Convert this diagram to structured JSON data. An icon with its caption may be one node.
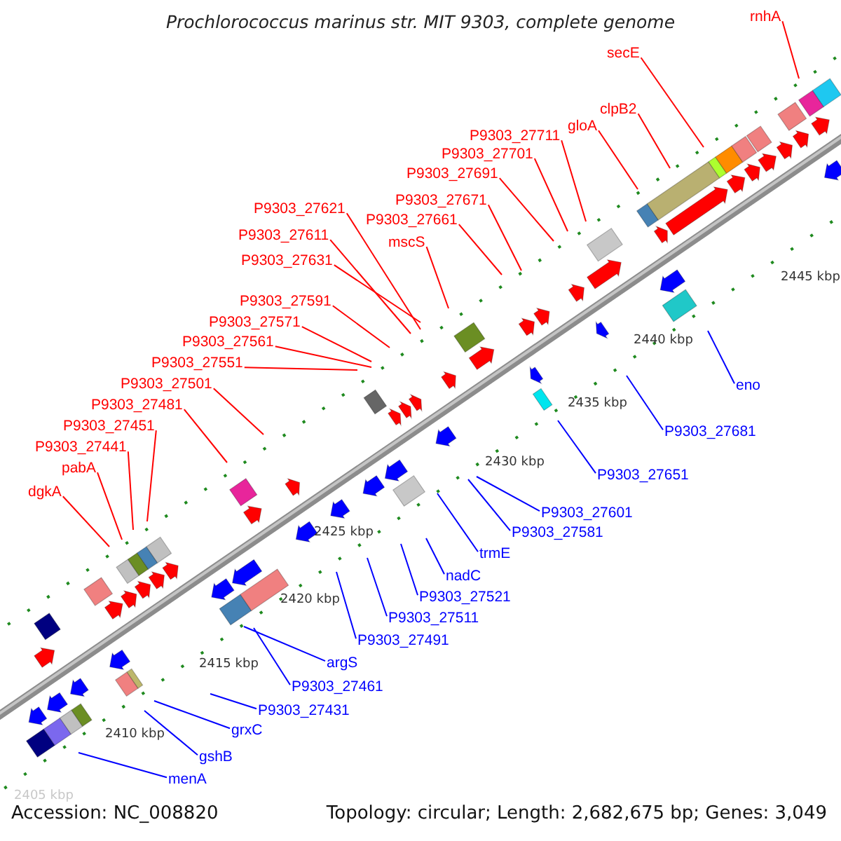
{
  "diagram": {
    "title": "Prochlorococcus marinus str. MIT 9303, complete genome",
    "nodes": [
      {
        "text": [
          "rnhA"
        ]
      },
      {
        "text": [
          "secE"
        ]
      },
      {
        "text": [
          "clpB2"
        ]
      },
      {
        "text": [
          "gloA"
        ]
      },
      {
        "text": [
          "P9303_27711"
        ]
      },
      {
        "text": [
          "P9303_27701"
        ]
      },
      {
        "text": [
          "P9303_27691"
        ]
      },
      {
        "text": [
          "P9303_27671"
        ]
      },
      {
        "text": [
          "P9303_27621"
        ]
      },
      {
        "text": [
          "P9303_27661"
        ]
      },
      {
        "text": [
          "P9303_27611"
        ]
      },
      {
        "text": [
          "mscS"
        ]
      },
      {
        "text": [
          "P9303_27631"
        ]
      },
      {
        "text": [
          "P9303_27591"
        ]
      },
      {
        "text": [
          "P9303_27571"
        ]
      },
      {
        "text": [
          "P9303_27561"
        ]
      },
      {
        "text": [
          "P9303_27551"
        ]
      },
      {
        "text": [
          "P9303_27501"
        ]
      },
      {
        "text": [
          "eno"
        ]
      },
      {
        "text": [
          "P9303_27481"
        ]
      },
      {
        "text": [
          "P9303_27451"
        ]
      },
      {
        "text": [
          "P9303_27681"
        ]
      },
      {
        "text": [
          "P9303_27441"
        ]
      },
      {
        "text": [
          "pabA"
        ]
      },
      {
        "text": [
          "P9303_27651"
        ]
      },
      {
        "text": [
          "dgkA"
        ]
      },
      {
        "text": [
          "P9303_27601"
        ]
      },
      {
        "text": [
          "P9303_27581"
        ]
      },
      {
        "text": [
          "trmE"
        ]
      },
      {
        "text": [
          "nadC"
        ]
      },
      {
        "text": [
          "P9303_27521"
        ]
      },
      {
        "text": [
          "P9303_27511"
        ]
      },
      {
        "text": [
          "P9303_27491"
        ]
      },
      {
        "text": [
          "argS"
        ]
      },
      {
        "text": [
          "P9303_27461"
        ]
      },
      {
        "text": [
          "P9303_27431"
        ]
      },
      {
        "text": [
          "grxC"
        ]
      },
      {
        "text": [
          "gshB"
        ]
      },
      {
        "text": [
          "menA"
        ]
      }
    ],
    "edges": [
      {
        "from": 0,
        "to": null,
        "arrow": "none"
      },
      {
        "from": 1,
        "to": null,
        "arrow": "none"
      },
      {
        "from": 2,
        "to": null,
        "arrow": "none"
      },
      {
        "from": 3,
        "to": null,
        "arrow": "none"
      },
      {
        "from": 4,
        "to": null,
        "arrow": "none"
      },
      {
        "from": 5,
        "to": null,
        "arrow": "none"
      },
      {
        "from": 6,
        "to": null,
        "arrow": "none"
      },
      {
        "from": 7,
        "to": null,
        "arrow": "none"
      },
      {
        "from": 8,
        "to": null,
        "arrow": "none"
      },
      {
        "from": 9,
        "to": null,
        "arrow": "none"
      },
      {
        "from": 10,
        "to": null,
        "arrow": "none"
      },
      {
        "from": 11,
        "to": null,
        "arrow": "none"
      },
      {
        "from": 12,
        "to": null,
        "arrow": "none"
      },
      {
        "from": 13,
        "to": null,
        "arrow": "none"
      },
      {
        "from": 14,
        "to": null,
        "arrow": "none"
      },
      {
        "from": 15,
        "to": null,
        "arrow": "none"
      },
      {
        "from": 16,
        "to": null,
        "arrow": "none"
      },
      {
        "from": 17,
        "to": null,
        "arrow": "none"
      },
      {
        "from": 18,
        "to": null,
        "arrow": "none",
        "color": "#0000ff"
      },
      {
        "from": 19,
        "to": null,
        "arrow": "none"
      },
      {
        "from": 20,
        "to": null,
        "arrow": "none"
      },
      {
        "from": 21,
        "to": null,
        "arrow": "none",
        "color": "#0000ff"
      },
      {
        "from": 22,
        "to": null,
        "arrow": "none"
      },
      {
        "from": 23,
        "to": null,
        "arrow": "none"
      },
      {
        "from": 24,
        "to": null,
        "arrow": "none",
        "color": "#0000ff"
      },
      {
        "from": 25,
        "to": null,
        "arrow": "none"
      },
      {
        "from": 26,
        "to": null,
        "arrow": "none",
        "color": "#0000ff"
      },
      {
        "from": 27,
        "to": null,
        "arrow": "none",
        "color": "#0000ff"
      },
      {
        "from": 28,
        "to": null,
        "arrow": "none",
        "color": "#0000ff"
      },
      {
        "from": 29,
        "to": null,
        "arrow": "none",
        "color": "#0000ff"
      },
      {
        "from": 30,
        "to": null,
        "arrow": "none",
        "color": "#0000ff"
      },
      {
        "from": 31,
        "to": null,
        "arrow": "none",
        "color": "#0000ff"
      },
      {
        "from": 32,
        "to": null,
        "arrow": "none",
        "color": "#0000ff"
      },
      {
        "from": 33,
        "to": null,
        "arrow": "none",
        "color": "#0000ff"
      },
      {
        "from": 34,
        "to": null,
        "arrow": "none",
        "color": "#0000ff"
      },
      {
        "from": 35,
        "to": null,
        "arrow": "none",
        "color": "#0000ff"
      },
      {
        "from": 36,
        "to": null,
        "arrow": "none",
        "color": "#0000ff"
      },
      {
        "from": 37,
        "to": null,
        "arrow": "none",
        "color": "#0000ff"
      },
      {
        "from": 38,
        "to": null,
        "arrow": "none",
        "color": "#0000ff"
      }
    ],
    "labels": [
      "2445 kbp",
      "2440 kbp",
      "2435 kbp",
      "2430 kbp",
      "2425 kbp",
      "2420 kbp",
      "2415 kbp",
      "2410 kbp",
      "2405 kbp",
      "Accession: NC_008820",
      "Topology: circular; Length: 2,682,675 bp; Genes: 3,049"
    ]
  }
}
